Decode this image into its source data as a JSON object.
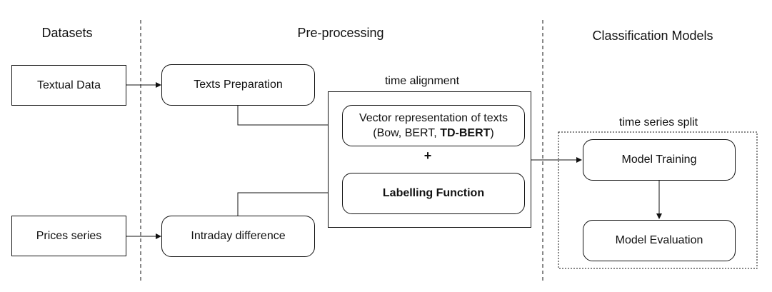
{
  "headers": {
    "datasets": "Datasets",
    "preprocessing": "Pre-processing",
    "models": "Classification Models"
  },
  "labels": {
    "time_alignment": "time alignment",
    "time_series_split": "time series split",
    "plus": "+"
  },
  "nodes": {
    "textual_data": "Textual Data",
    "prices_series": "Prices series",
    "texts_preparation": "Texts Preparation",
    "intraday_difference": "Intraday difference",
    "vector_line1": "Vector representation of texts",
    "vector_line2_prefix": "(Bow, BERT, ",
    "vector_line2_bold": "TD-BERT",
    "vector_line2_suffix": ")",
    "labelling_function": "Labelling Function",
    "model_training": "Model Training",
    "model_evaluation": "Model Evaluation"
  },
  "colors": {
    "stroke": "#111111",
    "background": "#ffffff"
  }
}
